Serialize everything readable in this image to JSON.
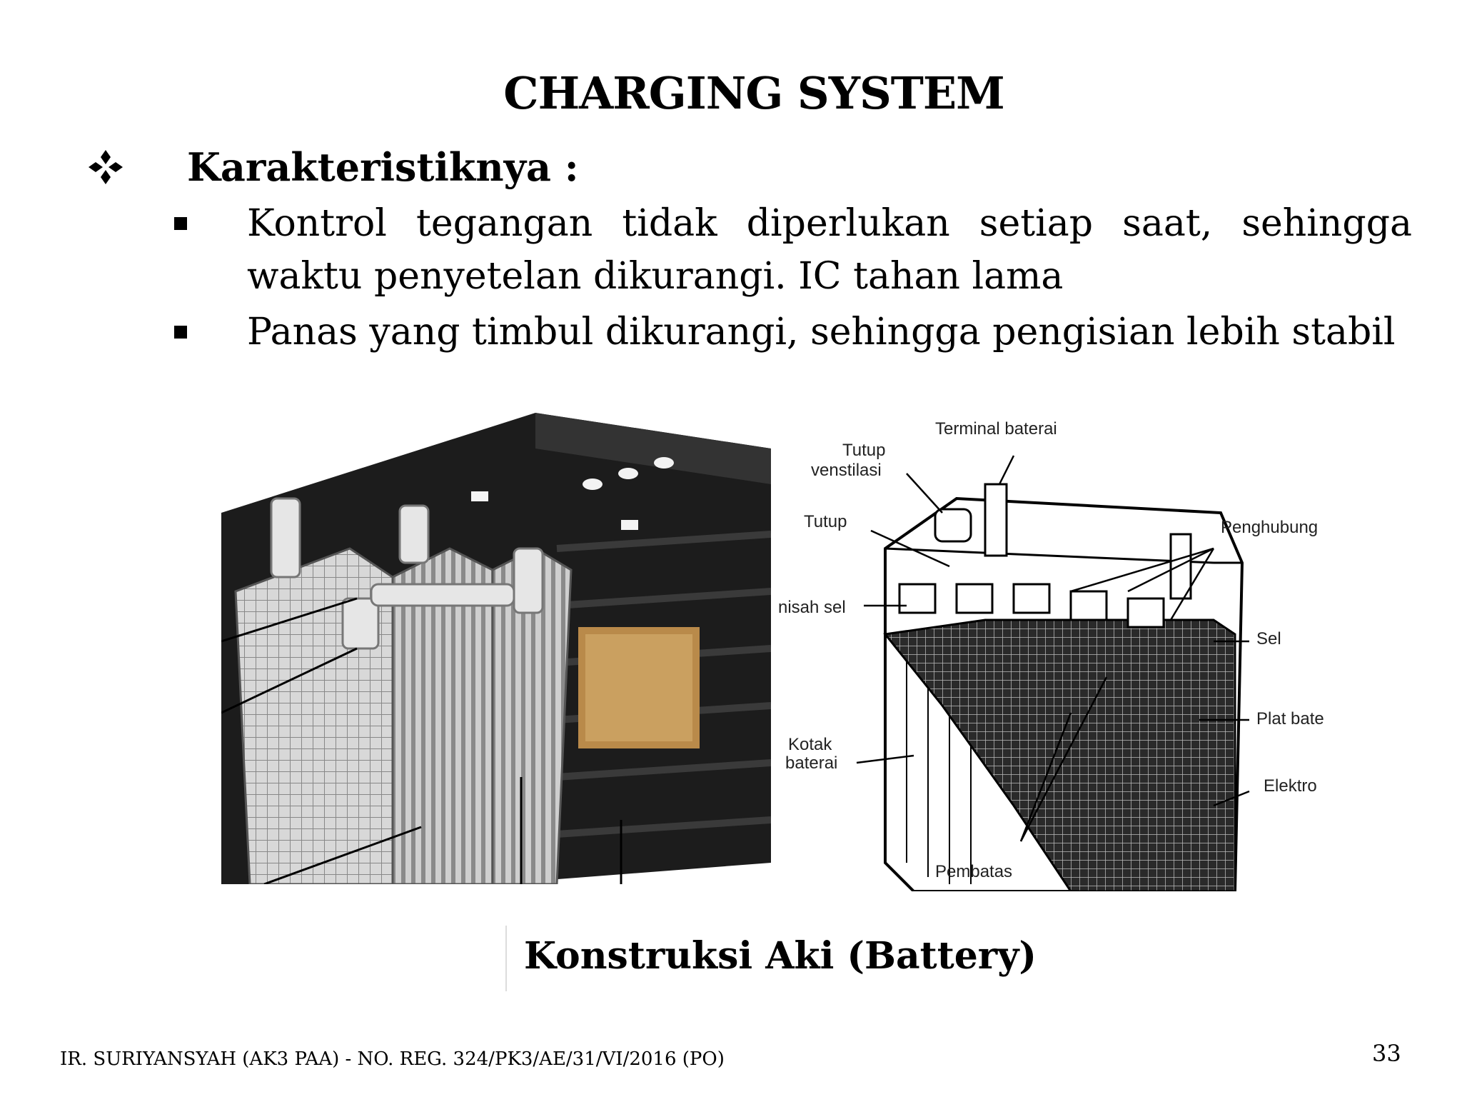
{
  "slide": {
    "title": "CHARGING SYSTEM",
    "section_heading": "Karakteristiknya :",
    "bullets": [
      "Kontrol tegangan tidak diperlukan setiap saat, sehingga waktu penyetelan dikurangi. IC tahan lama",
      "Panas yang timbul dikurangi, sehingga pengisian lebih stabil"
    ],
    "caption": "Konstruksi Aki (Battery)",
    "footer": "IR. SURIYANSYAH (AK3 PAA) - NO. REG. 324/PK3/AE/31/VI/2016 (PO)",
    "page_number": "33"
  },
  "diagram_labels": {
    "terminal": "Terminal baterai",
    "tutup_ventilasi_1": "Tutup",
    "tutup_ventilasi_2": "venstilasi",
    "tutup": "Tutup",
    "penghubung": "Penghubung",
    "pemisah_sel": "nisah sel",
    "sel": "Sel",
    "plat": "Plat bate",
    "kotak_1": "Kotak",
    "kotak_2": "baterai",
    "elektro": "Elektro",
    "pembatas": "Pembatas"
  },
  "icons": {
    "section_bullet": "diamond-cluster-icon",
    "list_bullet": "square-bullet-icon"
  }
}
